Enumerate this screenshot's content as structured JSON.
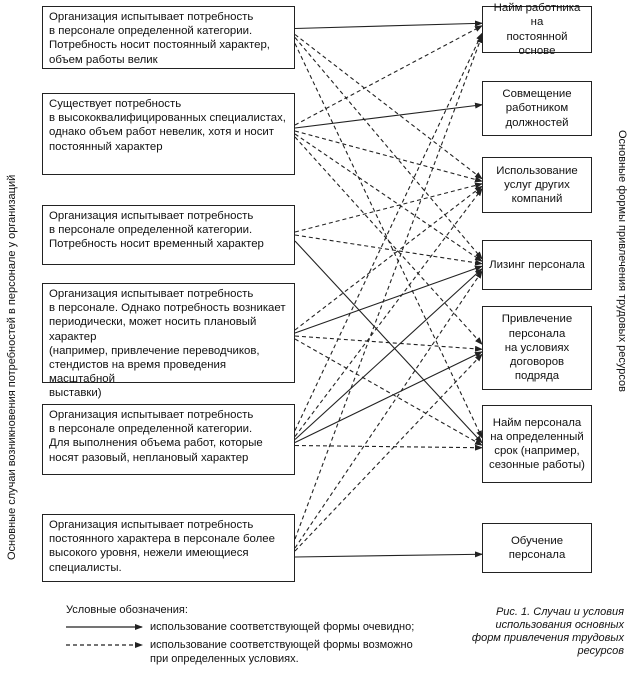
{
  "left_axis_label": "Основные случаи возникновения потребностей в персонале у организаций",
  "right_axis_label": "Основные формы привлечения трудовых ресурсов",
  "cases": [
    "Организация испытывает потребность\nв персонале определенной категории.\nПотребность носит постоянный характер,\nобъем работы велик",
    "Существует потребность\nв высококвалифицированных специалистах,\nоднако объем работ невелик, хотя и носит\nпостоянный характер",
    "Организация испытывает потребность\nв персонале определенной категории.\nПотребность носит временный характер",
    "Организация испытывает потребность\nв персонале. Однако потребность возникает\nпериодически, может носить плановый характер\n(например, привлечение переводчиков,\nстендистов на время проведения масштабной\nвыставки)",
    "Организация испытывает потребность\nв персонале определенной категории.\nДля выполнения объема работ, которые\nносят разовый, неплановый характер",
    "Организация испытывает потребность\nпостоянного характера в персонале более\nвысокого уровня, нежели имеющиеся\nспециалисты."
  ],
  "forms": [
    "Найм работника на\nпостоянной основе",
    "Совмещение\nработником\nдолжностей",
    "Использование\nуслуг других\nкомпаний",
    "Лизинг персонала",
    "Привлечение\nперсонала\nна условиях\nдоговоров\nподряда",
    "Найм персонала\nна определенный\nсрок (например,\nсезонные работы)",
    "Обучение\nперсонала"
  ],
  "links": [
    {
      "from": 0,
      "to": 0,
      "style": "solid"
    },
    {
      "from": 0,
      "to": 2,
      "style": "dashed"
    },
    {
      "from": 0,
      "to": 3,
      "style": "dashed"
    },
    {
      "from": 0,
      "to": 5,
      "style": "dashed"
    },
    {
      "from": 1,
      "to": 0,
      "style": "dashed"
    },
    {
      "from": 1,
      "to": 1,
      "style": "solid"
    },
    {
      "from": 1,
      "to": 2,
      "style": "dashed"
    },
    {
      "from": 1,
      "to": 3,
      "style": "dashed"
    },
    {
      "from": 1,
      "to": 4,
      "style": "dashed"
    },
    {
      "from": 2,
      "to": 2,
      "style": "dashed"
    },
    {
      "from": 2,
      "to": 3,
      "style": "dashed"
    },
    {
      "from": 2,
      "to": 5,
      "style": "solid"
    },
    {
      "from": 3,
      "to": 2,
      "style": "dashed"
    },
    {
      "from": 3,
      "to": 3,
      "style": "solid"
    },
    {
      "from": 3,
      "to": 4,
      "style": "dashed"
    },
    {
      "from": 3,
      "to": 5,
      "style": "dashed"
    },
    {
      "from": 4,
      "to": 0,
      "style": "dashed"
    },
    {
      "from": 4,
      "to": 2,
      "style": "dashed"
    },
    {
      "from": 4,
      "to": 3,
      "style": "solid"
    },
    {
      "from": 4,
      "to": 4,
      "style": "solid"
    },
    {
      "from": 4,
      "to": 5,
      "style": "dashed"
    },
    {
      "from": 5,
      "to": 6,
      "style": "solid"
    },
    {
      "from": 5,
      "to": 0,
      "style": "dashed"
    },
    {
      "from": 5,
      "to": 3,
      "style": "dashed"
    },
    {
      "from": 5,
      "to": 4,
      "style": "dashed"
    }
  ],
  "legend": {
    "title": "Условные обозначения:",
    "solid": "использование соответствующей формы очевидно;",
    "dashed": "использование соответствующей формы возможно\nпри определенных условиях."
  },
  "caption": "Рис. 1. Случаи и условия\nиспользования основных\nформ привлечения трудовых\nресурсов"
}
